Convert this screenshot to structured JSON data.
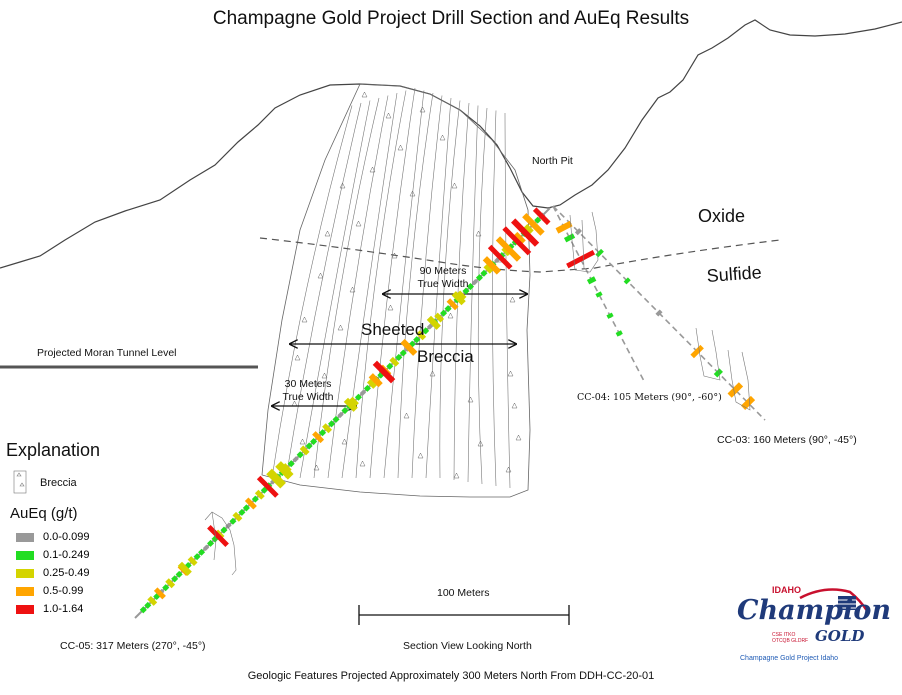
{
  "title": "Champagne Gold Project Drill Section and AuEq Results",
  "footer": "Geologic Features Projected Approximately 300 Meters North From DDH-CC-20-01",
  "labels": {
    "north_pit": "North Pit",
    "oxide": "Oxide",
    "sulfide": "Sulfide",
    "tunnel": "Projected Moran Tunnel Level",
    "sheeted": "Sheeted",
    "breccia": "Breccia",
    "width90_line1": "90 Meters",
    "width90_line2": "True Width",
    "width30_line1": "30 Meters",
    "width30_line2": "True Width",
    "scale": "100 Meters",
    "view": "Section View Looking North"
  },
  "drillholes": [
    {
      "id": "cc05",
      "label": "CC-05: 317 Meters (270°, -45°)"
    },
    {
      "id": "cc04",
      "label": "CC-04: 105 Meters (90°, -60°)"
    },
    {
      "id": "cc03",
      "label": "CC-03: 160 Meters (90°, -45°)"
    }
  ],
  "legend": {
    "title": "Explanation",
    "breccia_label": "Breccia",
    "aueq_title": "AuEq (g/t)",
    "items": [
      {
        "label": "0.0-0.099",
        "color": "#999999"
      },
      {
        "label": "0.1-0.249",
        "color": "#22dd22"
      },
      {
        "label": "0.25-0.49",
        "color": "#d4d400"
      },
      {
        "label": "0.5-0.99",
        "color": "#ffa500"
      },
      {
        "label": "1.0-1.64",
        "color": "#ee1111"
      }
    ]
  },
  "logo": {
    "idaho": "IDAHO",
    "champion": "Champion",
    "gold": "GOLD",
    "listing1": "CSE ITKO",
    "listing2": "OTCQB GLDRF",
    "subtitle": "Champagne Gold Project Idaho"
  }
}
